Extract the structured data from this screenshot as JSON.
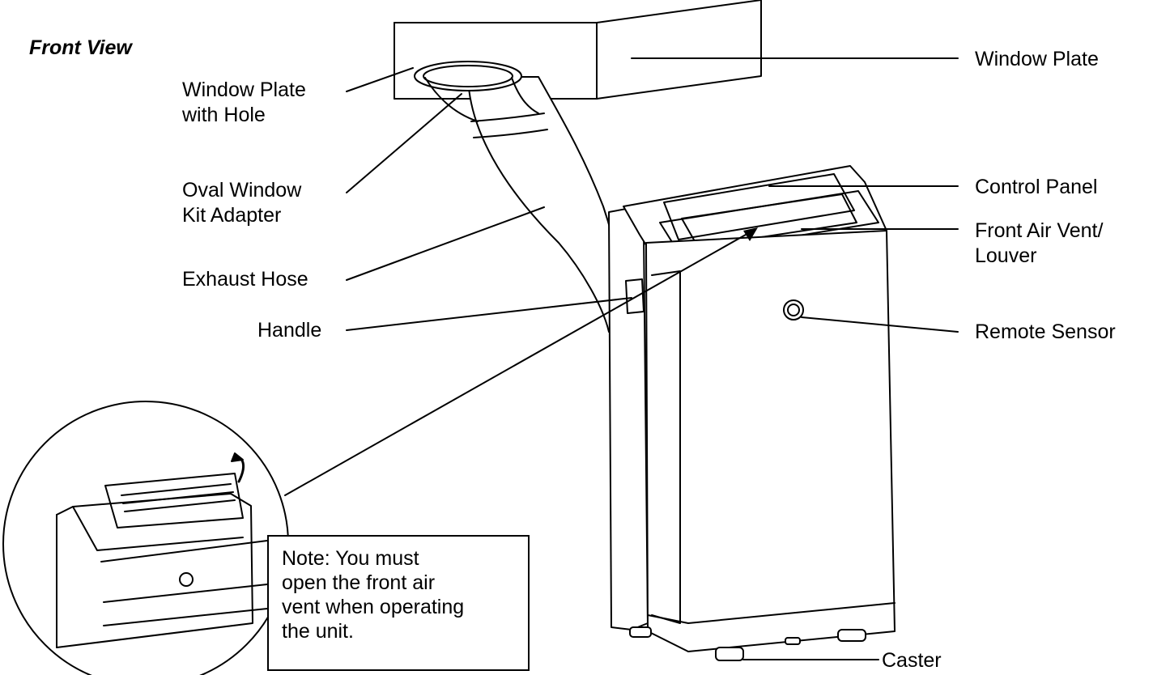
{
  "title": "Front View",
  "labels": {
    "window_plate_with_hole": "Window Plate\nwith Hole",
    "oval_window_kit_adapter": "Oval Window\nKit Adapter",
    "exhaust_hose": "Exhaust Hose",
    "handle": "Handle",
    "window_plate": "Window Plate",
    "control_panel": "Control Panel",
    "front_air_vent_louver": "Front Air Vent/\nLouver",
    "remote_sensor": "Remote Sensor",
    "caster": "Caster"
  },
  "note": "Note: You must\nopen the front air\nvent when operating\nthe unit.",
  "colors": {
    "ink": "#000000",
    "background": "#ffffff"
  }
}
